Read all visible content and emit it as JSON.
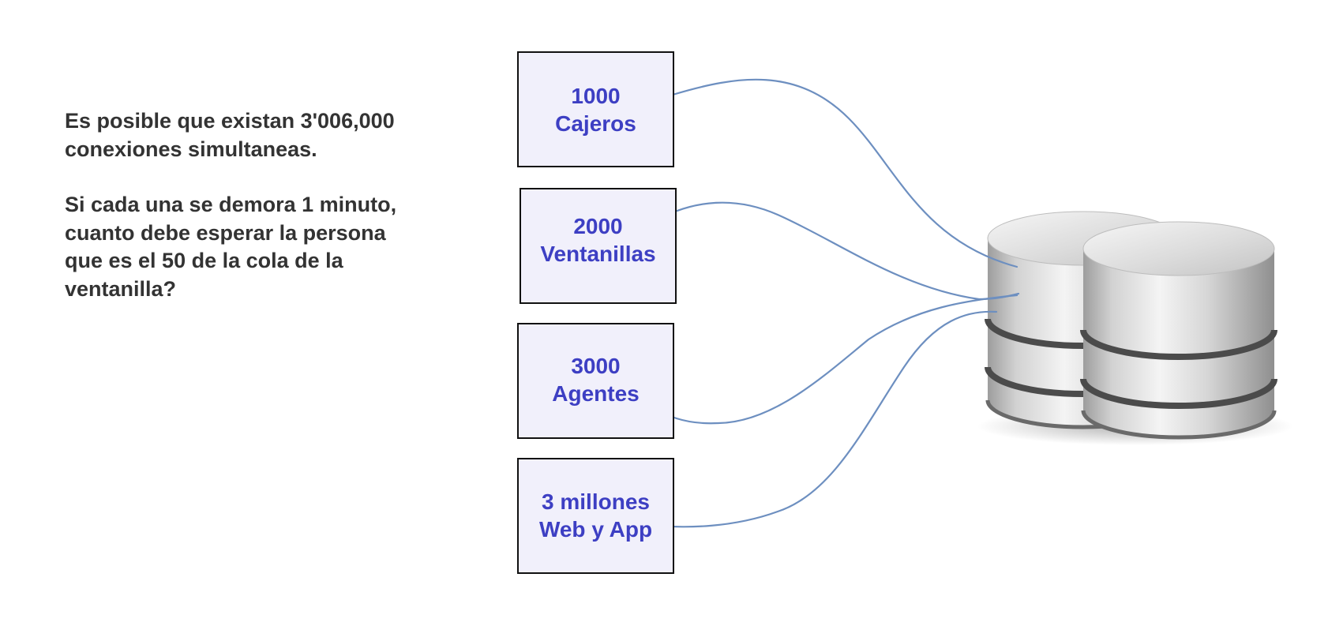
{
  "description": {
    "paragraph1": "Es posible que existan 3'006,000\nconexiones simultaneas.",
    "paragraph2": "Si cada una se demora 1 minuto,\ncuanto debe esperar la persona\nque es el 50 de la cola de la\nventanilla?"
  },
  "sources": [
    {
      "count": "1000",
      "label": "Cajeros"
    },
    {
      "count": "2000",
      "label": "Ventanillas"
    },
    {
      "count": "3000",
      "label": "Agentes"
    },
    {
      "count": "3 millones",
      "label": "Web y App"
    }
  ],
  "colors": {
    "box_fill": "#f1f0fb",
    "box_border": "#111111",
    "box_text": "#3d3fc3",
    "connector": "#6d8fc0",
    "text": "#333333"
  },
  "icons": {
    "database": "database-cylinders-icon"
  }
}
